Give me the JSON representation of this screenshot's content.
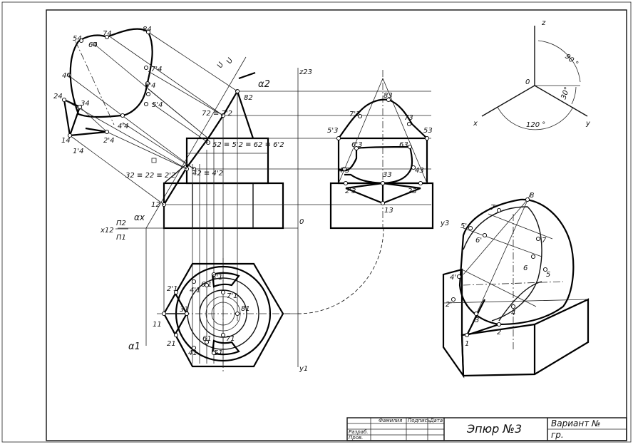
{
  "title_block": {
    "col_surname": "Фамилия",
    "col_signature": "Подпись",
    "col_date": "Дата",
    "row_developed": "Разраб.",
    "row_checked": "Пров.",
    "sheet_title": "Эпюр №3",
    "variant": "Вариант №",
    "group": "гр."
  },
  "axes": {
    "z": "z",
    "x": "x",
    "y": "y",
    "origin": "0",
    "angle_90": "90 °",
    "angle_30": "30°",
    "angle_120": "120 °"
  },
  "projection_axes": {
    "z23": "z23",
    "x12": "x12",
    "pi2": "П2",
    "pi1": "П1",
    "y1": "y1",
    "y3": "y3",
    "origin": "0",
    "alpha2": "α2",
    "alpha1": "α1",
    "alpha_x": "αx",
    "u_axis": "U",
    "u_axis2": "U"
  },
  "point_labels": {
    "front": [
      "12",
      "32 ≡ 22 ≡ 2'2",
      "42 ≡ 4'2",
      "52 ≡ 5'2 ≡ 62 ≡ 6'2",
      "72 ≡ 7'2",
      "82"
    ],
    "profile": [
      "83",
      "7'3",
      "73",
      "5'3",
      "53",
      "6'3",
      "63",
      "4'3",
      "43",
      "33",
      "2'3",
      "23",
      "13"
    ],
    "top": [
      "2'1",
      "31",
      "11",
      "21",
      "81",
      "4'1",
      "6'1",
      "5'1",
      "7'1",
      "61",
      "71",
      "41",
      "51"
    ],
    "aux": [
      "84",
      "74",
      "64",
      "54",
      "44",
      "24",
      "14",
      "34",
      "7'4",
      "6'4",
      "5'4",
      "4'4",
      "2'4",
      "1'4"
    ],
    "iso": [
      "8",
      "7'",
      "5'",
      "6'",
      "7",
      "6",
      "5",
      "4'",
      "2'",
      "3",
      "4",
      "2",
      "1"
    ]
  }
}
